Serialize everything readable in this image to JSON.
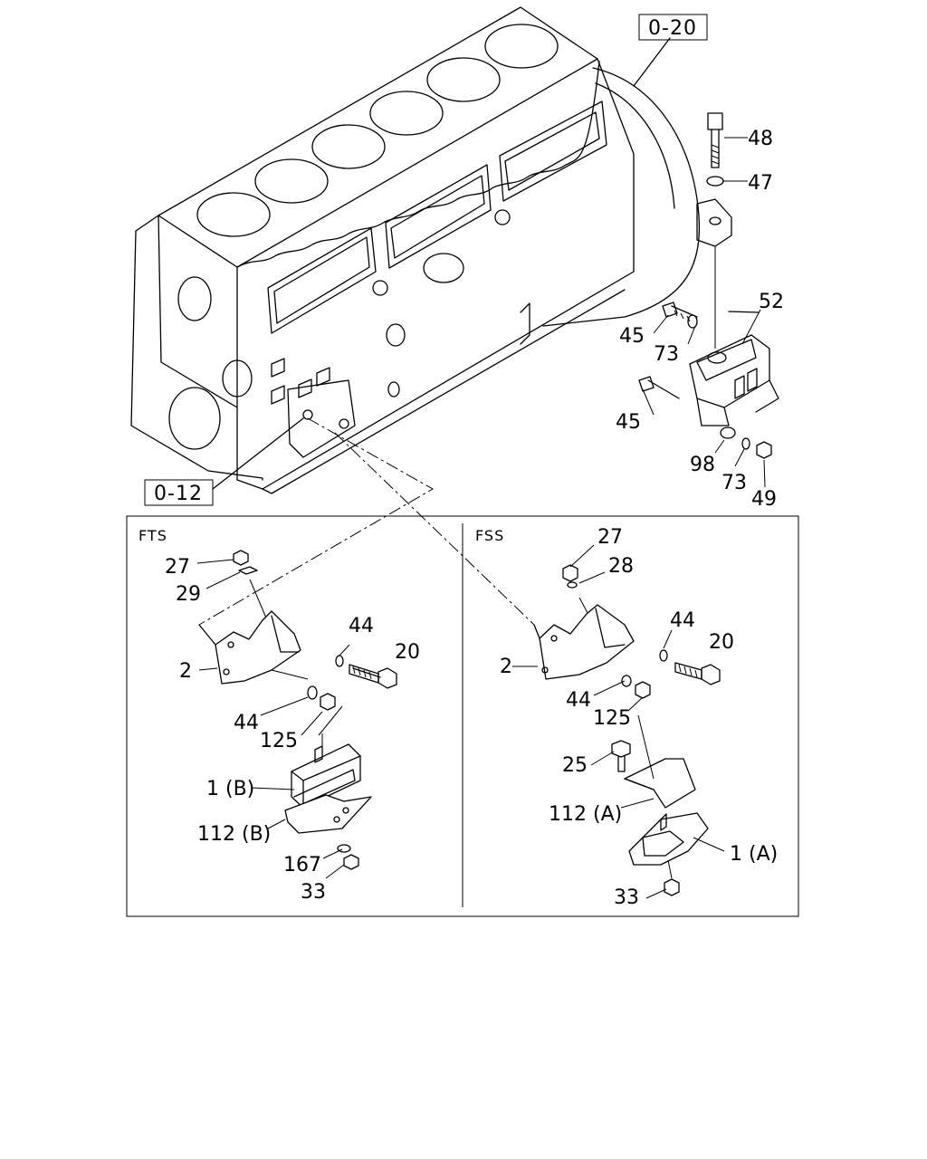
{
  "refs": {
    "top": "0-20",
    "left": "0-12"
  },
  "sections": {
    "left": "FTS",
    "right": "FSS"
  },
  "upper": {
    "p48": "48",
    "p47": "47",
    "p52": "52",
    "p45a": "45",
    "p73a": "73",
    "p45b": "45",
    "p98": "98",
    "p73b": "73",
    "p49": "49"
  },
  "fts": {
    "p27": "27",
    "p29": "29",
    "p44a": "44",
    "p20": "20",
    "p2": "2",
    "p44b": "44",
    "p125": "125",
    "p1b": "1 (B)",
    "p112b": "112 (B)",
    "p167": "167",
    "p33": "33"
  },
  "fss": {
    "p27": "27",
    "p28": "28",
    "p44a": "44",
    "p20": "20",
    "p2": "2",
    "p44b": "44",
    "p125": "125",
    "p25": "25",
    "p112a": "112 (A)",
    "p1a": "1 (A)",
    "p33": "33"
  }
}
